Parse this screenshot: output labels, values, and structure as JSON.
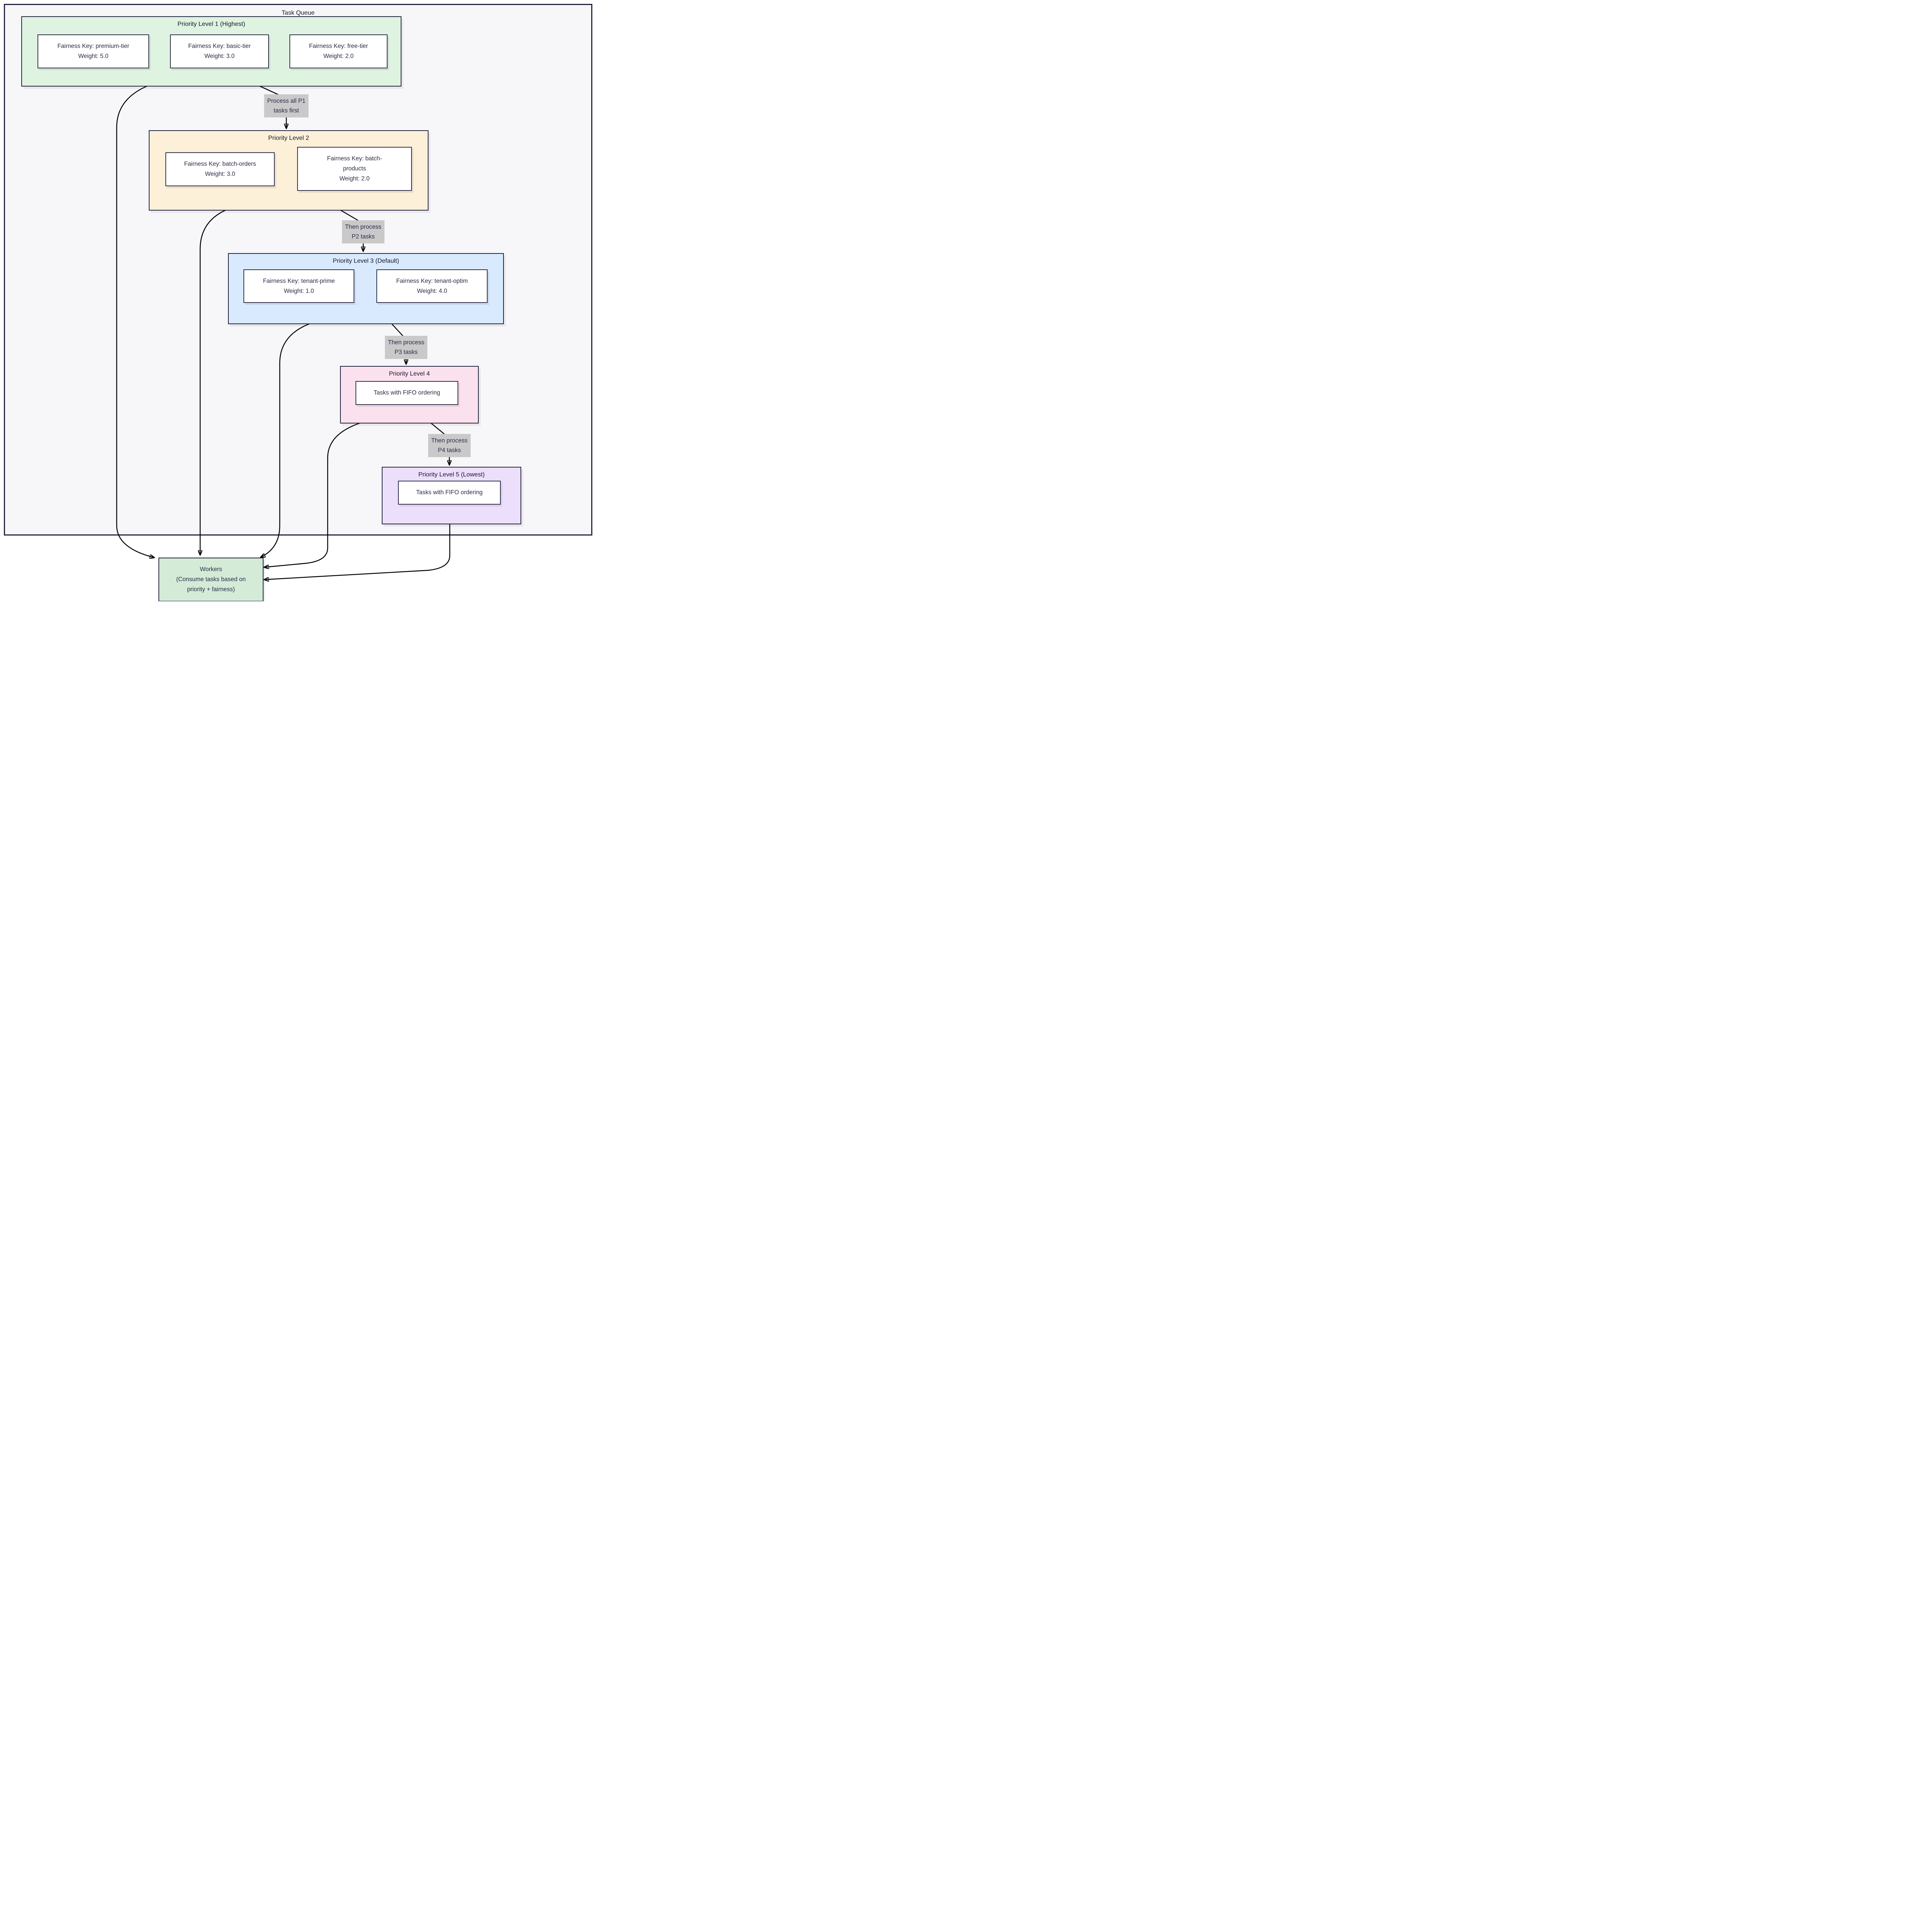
{
  "diagram": {
    "title": "Task Queue",
    "clusters": {
      "p1": {
        "title": "Priority Level 1 (Highest)",
        "color": "#dff4e0",
        "nodes": {
          "premium": {
            "l1": "Fairness Key: premium-tier",
            "l2": "Weight: 5.0"
          },
          "basic": {
            "l1": "Fairness Key: basic-tier",
            "l2": "Weight: 3.0"
          },
          "free": {
            "l1": "Fairness Key: free-tier",
            "l2": "Weight: 2.0"
          }
        }
      },
      "p2": {
        "title": "Priority Level 2",
        "color": "#fdf0d9",
        "nodes": {
          "batch_orders": {
            "l1": "Fairness Key: batch-orders",
            "l2": "Weight: 3.0"
          },
          "batch_products": {
            "l1": "Fairness Key: batch-",
            "l2": "products",
            "l3": "Weight: 2.0"
          }
        }
      },
      "p3": {
        "title": "Priority Level 3 (Default)",
        "color": "#d9eafe",
        "nodes": {
          "tenant_prime": {
            "l1": "Fairness Key: tenant-prime",
            "l2": "Weight: 1.0"
          },
          "tenant_optim": {
            "l1": "Fairness Key: tenant-optim",
            "l2": "Weight: 4.0"
          }
        }
      },
      "p4": {
        "title": "Priority Level 4",
        "color": "#fbe1ee",
        "nodes": {
          "fifo": {
            "l1": "Tasks with FIFO ordering"
          }
        }
      },
      "p5": {
        "title": "Priority Level 5 (Lowest)",
        "color": "#ecdffc",
        "nodes": {
          "fifo": {
            "l1": "Tasks with FIFO ordering"
          }
        }
      }
    },
    "edge_labels": {
      "p1_p2": {
        "l1": "Process all P1",
        "l2": "tasks first"
      },
      "p2_p3": {
        "l1": "Then process",
        "l2": "P2 tasks"
      },
      "p3_p4": {
        "l1": "Then process",
        "l2": "P3 tasks"
      },
      "p4_p5": {
        "l1": "Then process",
        "l2": "P4 tasks"
      }
    },
    "workers": {
      "l1": "Workers",
      "l2": "(Consume tasks based on",
      "l3": "priority + fairness)",
      "color": "#d4ebd8"
    },
    "colors": {
      "border": "#262640",
      "text": "#2b2b47",
      "edge": "#000000",
      "label_bg": "#c9c9ca",
      "outer_bg": "#f7f7fa"
    }
  }
}
